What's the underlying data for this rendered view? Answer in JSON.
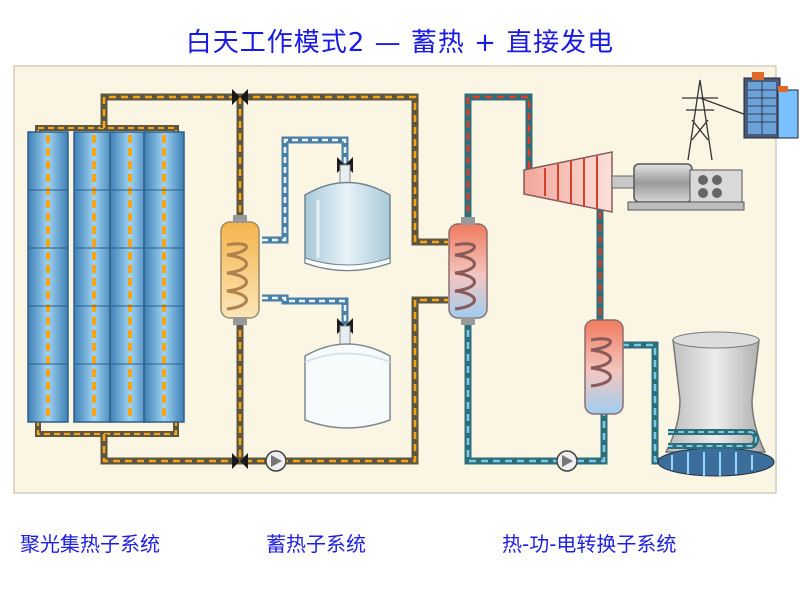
{
  "title": "白天工作模式2 — 蓄热 + 直接发电",
  "captions": {
    "solar": "聚光集热子系统",
    "storage": "蓄热子系统",
    "power": "热-功-电转换子系统"
  },
  "colors": {
    "title_text": "#1a1ae6",
    "caption_text": "#1f1fe0",
    "panel_bg": "#fbf6e4",
    "pipe_dark": "#5d5540",
    "flow_orange": "#f5a516",
    "pipe_teal": "#2d6e78",
    "flow_red": "#e53a25",
    "flow_blue": "#7bc8ec",
    "pipe_blue_frame": "#4a7fa8",
    "mirror_blue": "#7ab8de"
  }
}
